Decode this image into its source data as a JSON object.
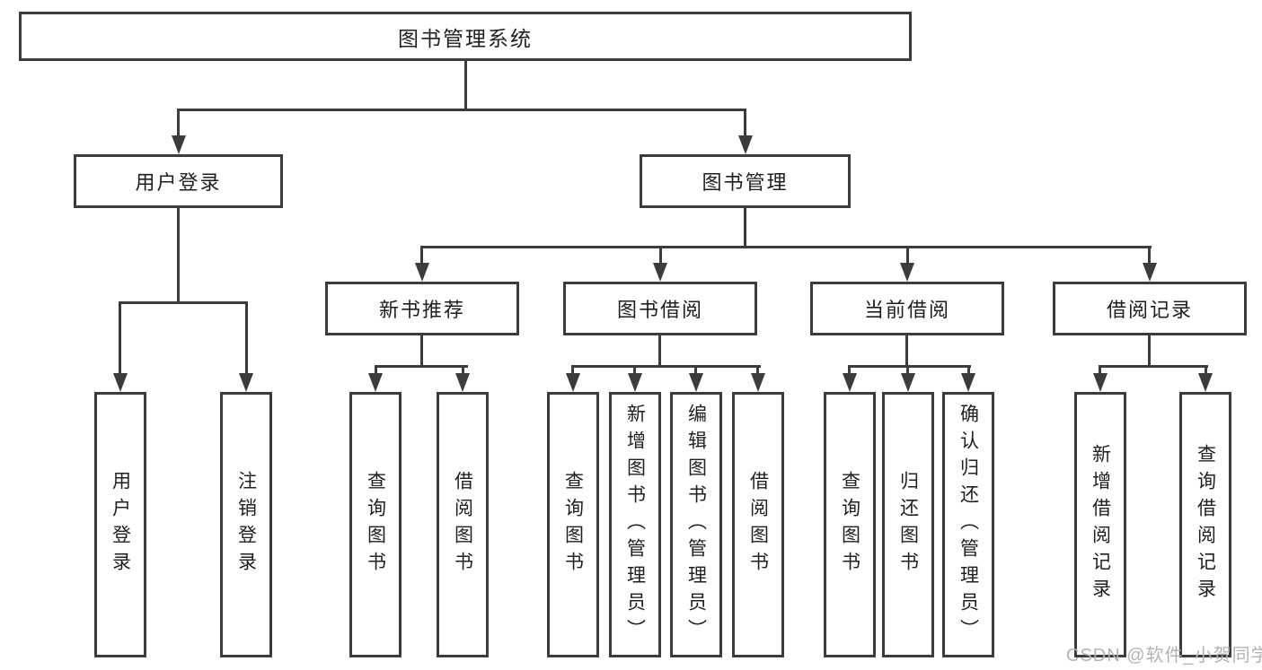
{
  "page": {
    "background": "#ffffff"
  },
  "colors": {
    "box_border": "#3c3c3c",
    "connector_line": "#3c3c3c",
    "label_text": "#1f1f1f",
    "watermark_text": "#b3b3b3"
  },
  "diagram": {
    "root": {
      "label": "图书管理系统"
    },
    "branches": [
      {
        "label": "用户登录",
        "children": [
          {
            "label": "用户登录"
          },
          {
            "label": "注销登录"
          }
        ]
      },
      {
        "label": "图书管理",
        "children": [
          {
            "label": "新书推荐",
            "children": [
              {
                "label": "查询图书"
              },
              {
                "label": "借阅图书"
              }
            ]
          },
          {
            "label": "图书借阅",
            "children": [
              {
                "label": "查询图书"
              },
              {
                "label": "新增图书（管理员）"
              },
              {
                "label": "编辑图书（管理员）"
              },
              {
                "label": "借阅图书"
              }
            ]
          },
          {
            "label": "当前借阅",
            "children": [
              {
                "label": "查询图书"
              },
              {
                "label": "归还图书"
              },
              {
                "label": "确认归还（管理员）"
              }
            ]
          },
          {
            "label": "借阅记录",
            "children": [
              {
                "label": "新增借阅记录"
              },
              {
                "label": "查询借阅记录"
              }
            ]
          }
        ]
      }
    ]
  },
  "watermark": {
    "text": "CSDN @软件_小贺同学"
  }
}
